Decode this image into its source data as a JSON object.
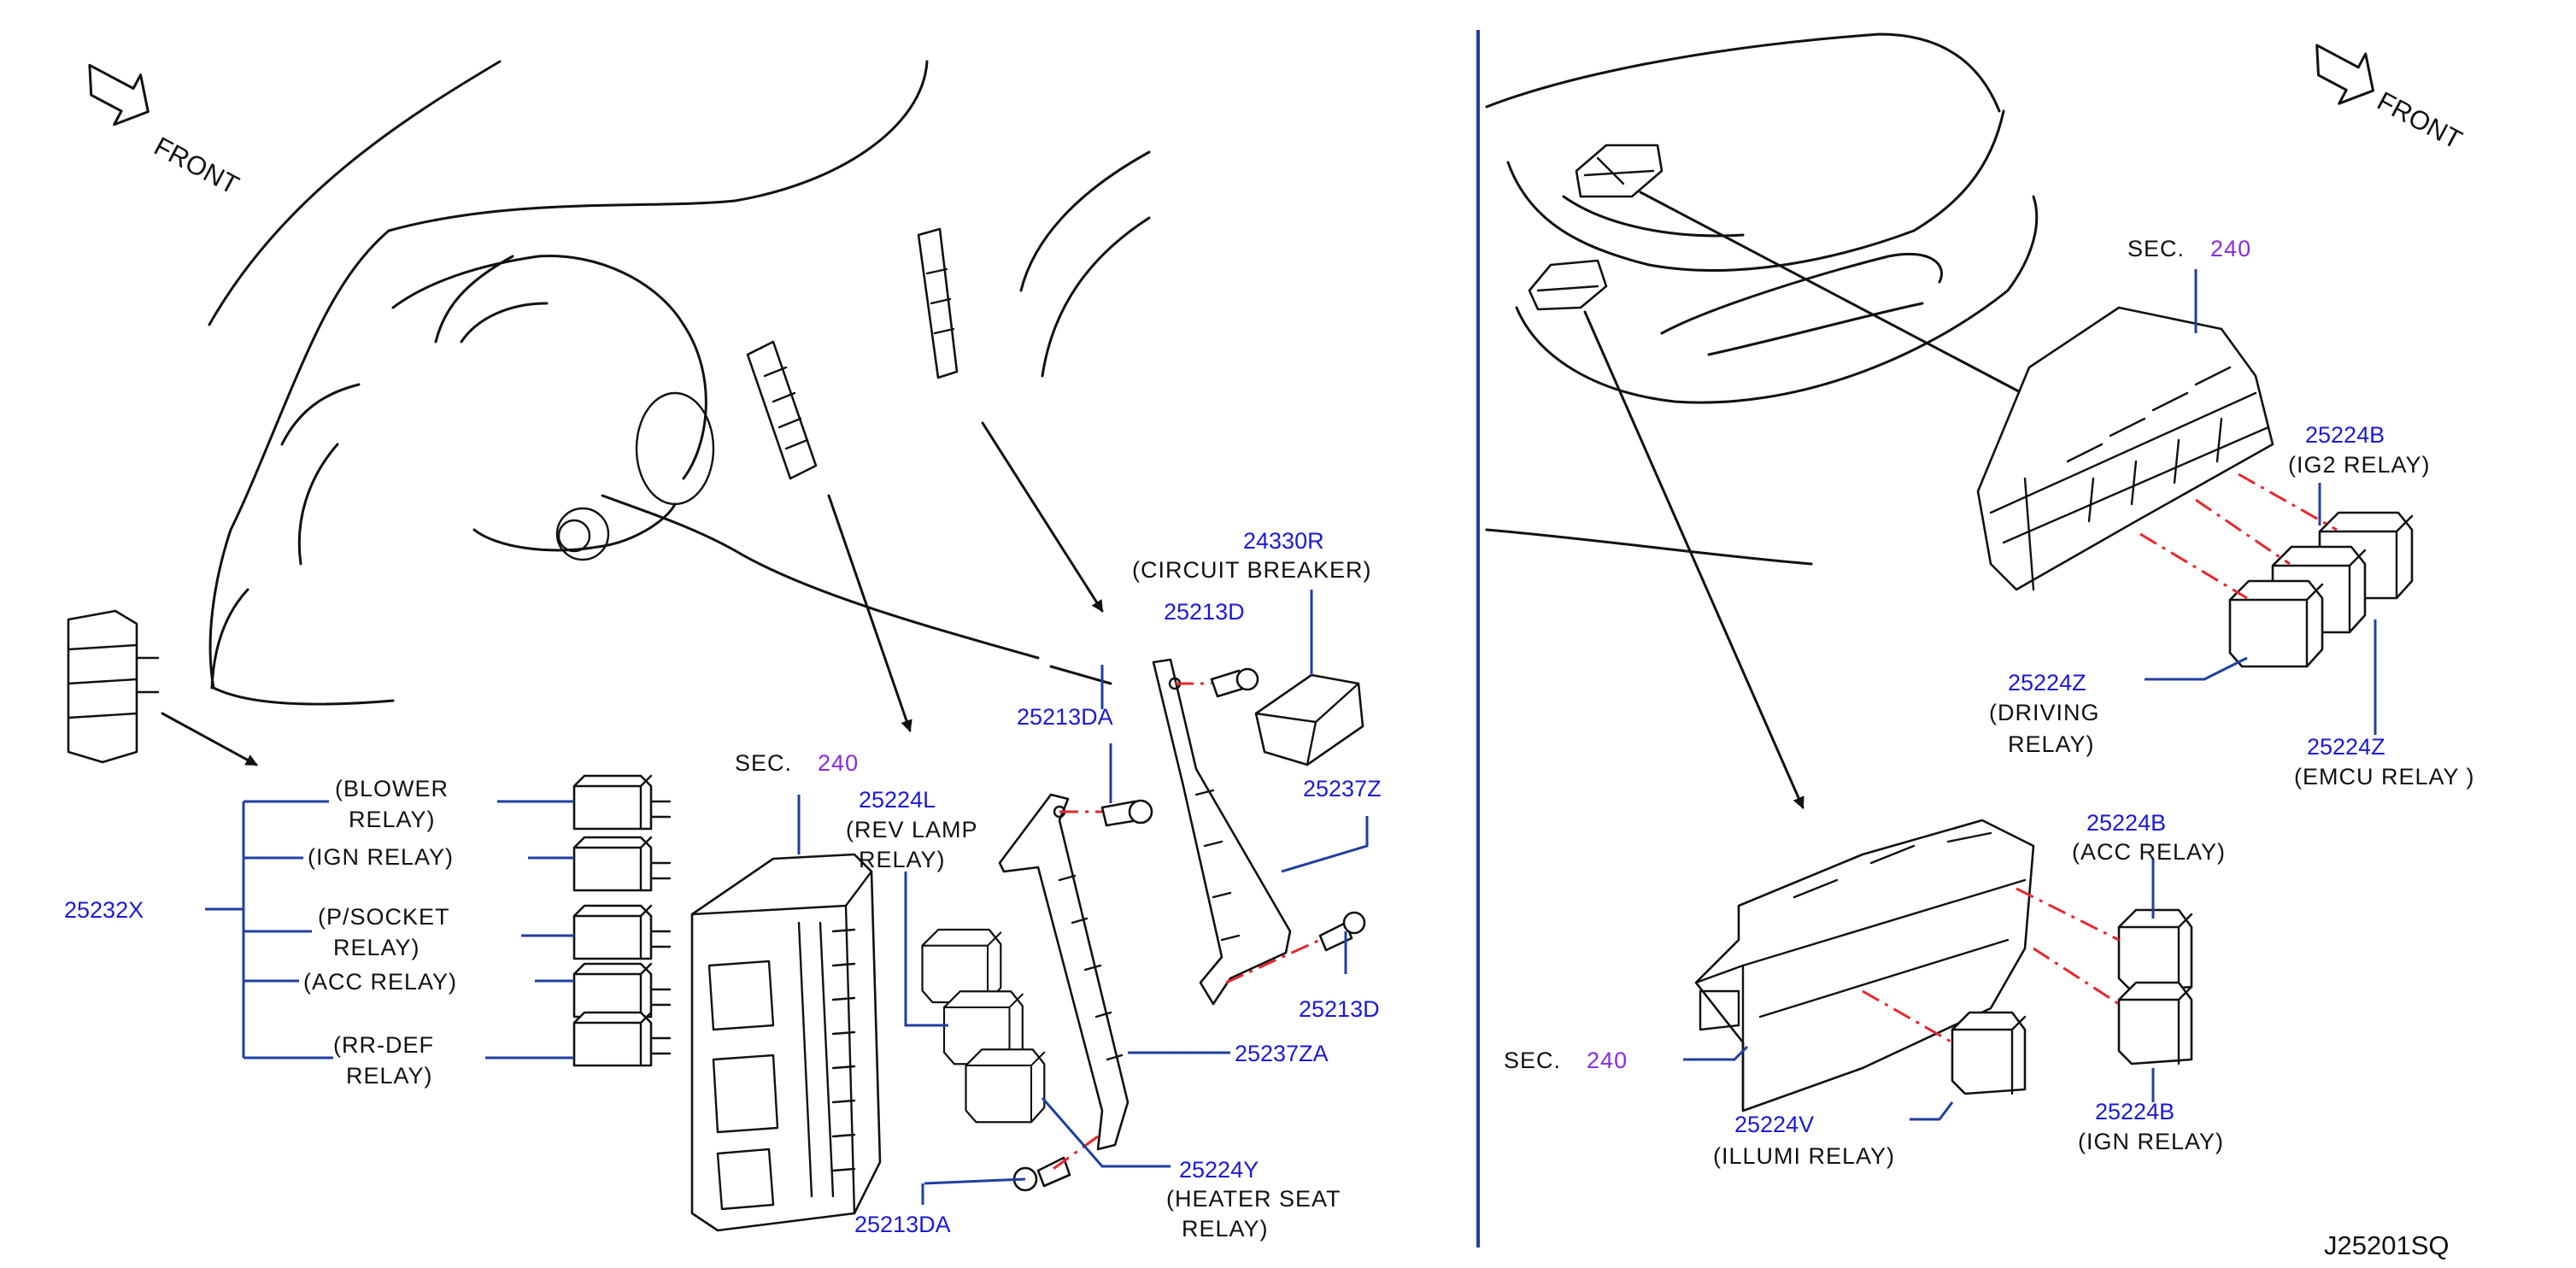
{
  "diagram_code": "J25201SQ",
  "front_label": "FRONT",
  "sec_prefix": "SEC.",
  "sec_number": "240",
  "left_panel": {
    "part_25232X": "25232X",
    "relay_blower_1": "(BLOWER",
    "relay_blower_2": "RELAY)",
    "relay_ign": "(IGN   RELAY)",
    "relay_psocket_1": "(P/SOCKET",
    "relay_psocket_2": "RELAY)",
    "relay_acc": "(ACC   RELAY)",
    "relay_rrdef_1": "(RR-DEF",
    "relay_rrdef_2": "RELAY)",
    "part_25224L": "25224L",
    "rev_lamp_1": "(REV   LAMP",
    "rev_lamp_2": "RELAY)",
    "part_24330R": "24330R",
    "circuit_breaker": "(CIRCUIT   BREAKER)",
    "part_25213D_top": "25213D",
    "part_25213DA_top": "25213DA",
    "part_25237Z": "25237Z",
    "part_25213D_bottom": "25213D",
    "part_25237ZA": "25237ZA",
    "part_25224Y": "25224Y",
    "heater_seat_1": "(HEATER   SEAT",
    "heater_seat_2": "RELAY)",
    "part_25213DA_bottom": "25213DA"
  },
  "right_panel": {
    "part_25224B_ig2": "25224B",
    "ig2_relay": "(IG2   RELAY)",
    "part_25224Z_driving": "25224Z",
    "driving_1": "(DRIVING",
    "driving_2": "RELAY)",
    "part_25224Z_emcu": "25224Z",
    "emcu_relay": "(EMCU   RELAY   )",
    "part_25224B_acc": "25224B",
    "acc_relay": "(ACC   RELAY)",
    "part_25224B_ign": "25224B",
    "ign_relay": "(IGN   RELAY)",
    "part_25224V": "25224V",
    "illumi_relay": "(ILLUMI   RELAY)"
  }
}
